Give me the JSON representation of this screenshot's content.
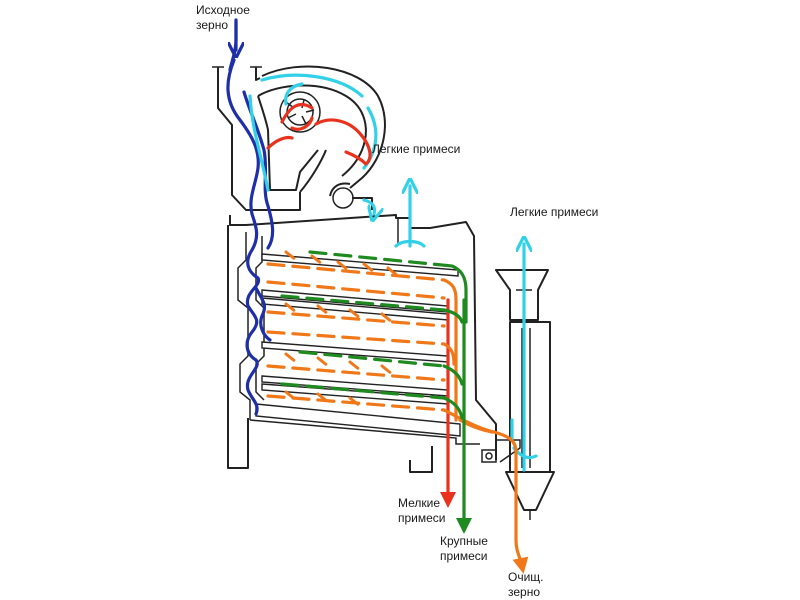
{
  "labels": {
    "input_grain": [
      "Исходное",
      "зерно"
    ],
    "light_impurities_top": "Легкие примеси",
    "light_impurities_right": "Легкие примеси",
    "fine_impurities": [
      "Мелкие",
      "примеси"
    ],
    "coarse_impurities": [
      "Крупные",
      "примеси"
    ],
    "cleaned_grain": [
      "Очищ.",
      "зерно"
    ]
  },
  "colors": {
    "grain": "#1f2fa8",
    "air": "#33d1e8",
    "light": "#e8321e",
    "fine": "#f07818",
    "coarse": "#1f8a1f",
    "outline": "#222222"
  }
}
